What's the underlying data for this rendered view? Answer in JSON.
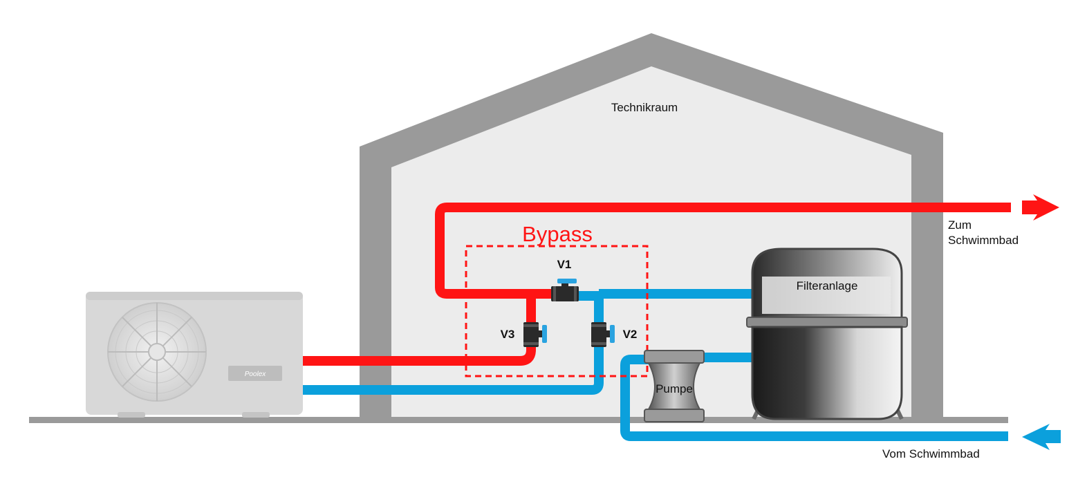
{
  "labels": {
    "room": "Technikraum",
    "bypass": "Bypass",
    "v1": "V1",
    "v2": "V2",
    "v3": "V3",
    "filter": "Filteranlage",
    "pump": "Pumpe",
    "to_pool_line1": "Zum",
    "to_pool_line2": "Schwimmbad",
    "from_pool": "Vom Schwimmbad",
    "brand": "Poolex"
  },
  "colors": {
    "hot": "#ff1414",
    "cold": "#0ba0dc",
    "building": "#9a9a9a",
    "building_inner": "#ececec",
    "heatpump": "#d8d8d8",
    "ground": "#9a9a9a"
  },
  "icons": {
    "valve": "ball-valve-icon",
    "fan": "fan-icon",
    "arrow_out": "arrow-right-icon",
    "arrow_in": "arrow-left-icon"
  }
}
